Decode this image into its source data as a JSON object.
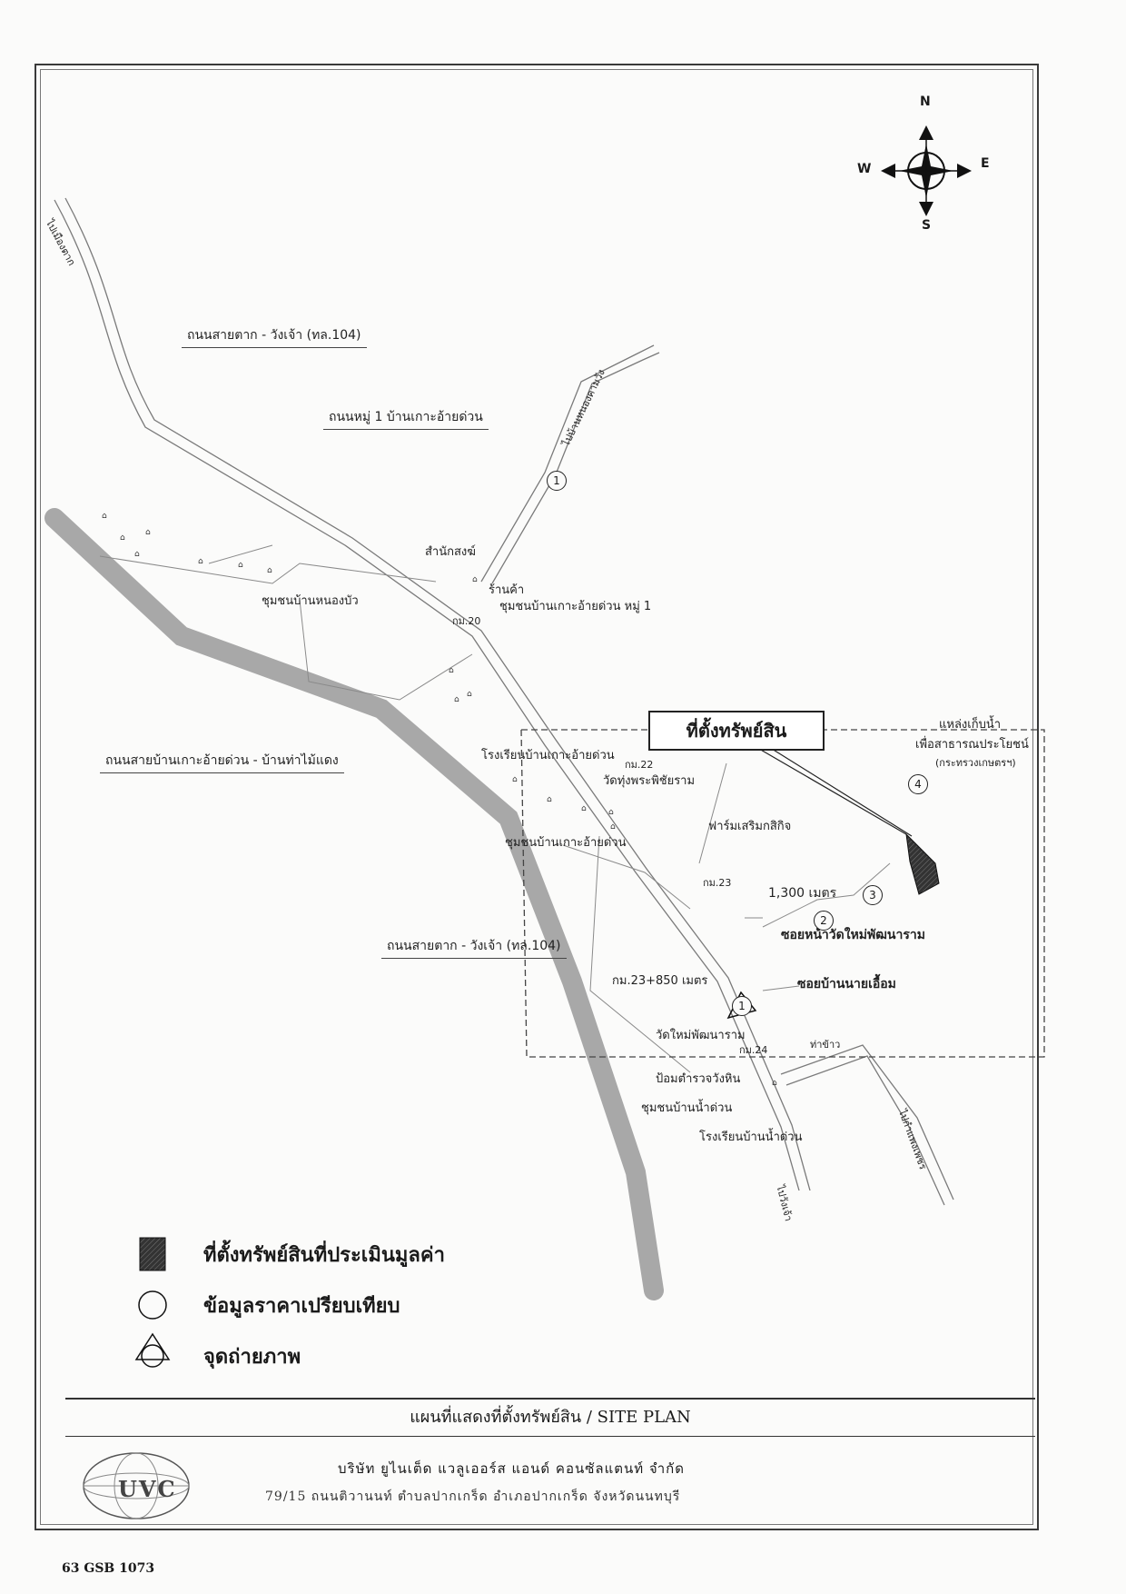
{
  "compass": {
    "n": "N",
    "s": "S",
    "e": "E",
    "w": "W"
  },
  "roads": {
    "road_104_top": "ถนนสายตาก - วังเจ้า (ทล.104)",
    "moo1": "ถนนหมู่ 1 บ้านเกาะอ้ายด่วน",
    "ban_tha_mai_daeng": "ถนนสายบ้านเกาะอ้ายด่วน - บ้านท่าไม้แดง",
    "road_104_bottom": "ถนนสายตาก - วังเจ้า (ทล.104)",
    "to_tak_city": "ไปเมืองตาก",
    "to_nong_kham": "ไปบ้านหนองคามวัง",
    "to_kamphaeng": "ไปกำแพงเพชร",
    "to_wang_chao": "ไปวังเจ้า"
  },
  "places": {
    "sanak_song": "สำนักสงฆ์",
    "shop": "ร้านค้า",
    "community_moo1": "ชุมชนบ้านเกาะอ้ายด่วน หมู่ 1",
    "km20": "กม.20",
    "nong_bua": "ชุมชนบ้านหนองบัว",
    "school1": "โรงเรียนบ้านเกาะอ้ายด่วน",
    "km22": "กม.22",
    "wat_thung": "วัดทุ่งพระพิชัยราม",
    "community_ko": "ชุมชนบ้านเกาะอ้ายด่วน",
    "farm": "ฟาร์มเสริมกสิกิจ",
    "km23": "กม.23",
    "distance": "1,300 เมตร",
    "soi_wat": "ซอยหน้าวัดใหม่พัฒนาราม",
    "km23_850": "กม.23+850 เมตร",
    "soi_nai": "ซอยบ้านนายเอื้อม",
    "wat_mai": "วัดใหม่พัฒนาราม",
    "km24": "กม.24",
    "tha_khao": "ท่าข้าว",
    "police": "ป้อมตำรวจวังหิน",
    "community_nam": "ชุมชนบ้านน้ำด่วน",
    "school2": "โรงเรียนบ้านน้ำด่วน",
    "reservoir1": "แหล่งเก็บน้ำ",
    "reservoir2": "เพื่อสาธารณประโยชน์",
    "reservoir3": "(กระทรวงเกษตรฯ)"
  },
  "callout": "ที่ตั้งทรัพย์สิน",
  "markers": {
    "m1_top": "1",
    "m1_photo": "1",
    "m2": "2",
    "m3": "3",
    "m4": "4"
  },
  "legend": {
    "property": "ที่ตั้งทรัพย์สินที่ประเมินมูลค่า",
    "comparable": "ข้อมูลราคาเปรียบเทียบ",
    "photo": "จุดถ่ายภาพ"
  },
  "footer": {
    "title": "แผนที่แสดงที่ตั้งทรัพย์สิน / SITE PLAN",
    "company": "บริษัท ยูไนเต็ด แวลูเออร์ส แอนด์ คอนซัลแตนท์ จำกัด",
    "address": "79/15 ถนนติวานนท์ ตำบลปากเกร็ด อำเภอปากเกร็ด จังหวัดนนทบุรี",
    "logo_text": "UVC"
  },
  "doc_no": "63 GSB 1073",
  "colors": {
    "river": "#9a9a9a",
    "road": "#7a7a7a",
    "property": "#222222"
  }
}
